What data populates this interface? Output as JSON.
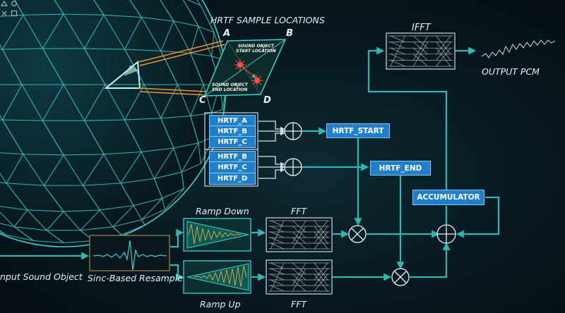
{
  "title": "HRTF SAMPLE LOCATIONS",
  "corners": {
    "a": "A",
    "b": "B",
    "c": "C",
    "d": "D"
  },
  "start_label": [
    "SOUND OBJECT",
    "START LOCATION"
  ],
  "end_label": [
    "SOUND OBJECT",
    "END LOCATION"
  ],
  "hrtf_group_1": [
    "HRTF_A",
    "HRTF_B",
    "HRTF_C"
  ],
  "hrtf_group_2": [
    "HRTF_B",
    "HRTF_C",
    "HRTF_D"
  ],
  "nodes": {
    "hrtf_start": "HRTF_START",
    "hrtf_end": "HRTF_END",
    "accumulator": "ACCUMULATOR"
  },
  "labels": {
    "ifft": "IFFT",
    "output_pcm": "OUTPUT  PCM",
    "ramp_down": "Ramp Down",
    "ramp_up": "Ramp Up",
    "fft_top": "FFT",
    "fft_bottom": "FFT",
    "input": "nput  Sound Object",
    "resample": "Sinc-Based Resample"
  },
  "colors": {
    "line": "#2fb7b3",
    "box": "#1f7fc9",
    "mesh": "#3ad2cf",
    "highlight": "#e3352f"
  }
}
